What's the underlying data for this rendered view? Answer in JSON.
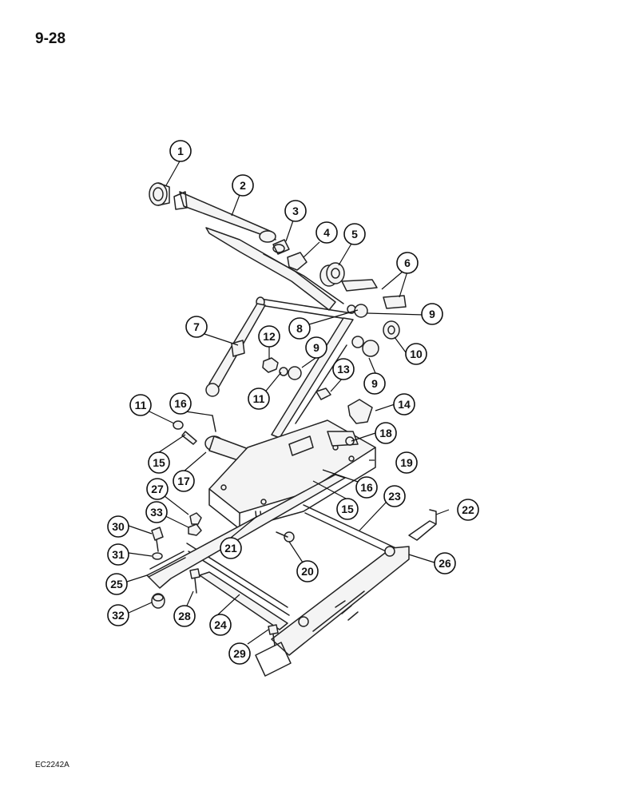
{
  "page": {
    "page_number": "9-28",
    "figure_code": "EC2242A"
  },
  "callouts": [
    {
      "id": "c1",
      "label": "1"
    },
    {
      "id": "c2",
      "label": "2"
    },
    {
      "id": "c3",
      "label": "3"
    },
    {
      "id": "c4",
      "label": "4"
    },
    {
      "id": "c5",
      "label": "5"
    },
    {
      "id": "c6",
      "label": "6"
    },
    {
      "id": "c7",
      "label": "7"
    },
    {
      "id": "c8",
      "label": "8"
    },
    {
      "id": "c9a",
      "label": "9"
    },
    {
      "id": "c9b",
      "label": "9"
    },
    {
      "id": "c9c",
      "label": "9"
    },
    {
      "id": "c10",
      "label": "10"
    },
    {
      "id": "c11a",
      "label": "11"
    },
    {
      "id": "c11b",
      "label": "11"
    },
    {
      "id": "c12",
      "label": "12"
    },
    {
      "id": "c13",
      "label": "13"
    },
    {
      "id": "c14",
      "label": "14"
    },
    {
      "id": "c15a",
      "label": "15"
    },
    {
      "id": "c15b",
      "label": "15"
    },
    {
      "id": "c16a",
      "label": "16"
    },
    {
      "id": "c16b",
      "label": "16"
    },
    {
      "id": "c17",
      "label": "17"
    },
    {
      "id": "c18",
      "label": "18"
    },
    {
      "id": "c19",
      "label": "19"
    },
    {
      "id": "c20",
      "label": "20"
    },
    {
      "id": "c21",
      "label": "21"
    },
    {
      "id": "c22",
      "label": "22"
    },
    {
      "id": "c23",
      "label": "23"
    },
    {
      "id": "c24",
      "label": "24"
    },
    {
      "id": "c25",
      "label": "25"
    },
    {
      "id": "c26",
      "label": "26"
    },
    {
      "id": "c27",
      "label": "27"
    },
    {
      "id": "c28",
      "label": "28"
    },
    {
      "id": "c29",
      "label": "29"
    },
    {
      "id": "c30",
      "label": "30"
    },
    {
      "id": "c31",
      "label": "31"
    },
    {
      "id": "c32",
      "label": "32"
    },
    {
      "id": "c33",
      "label": "33"
    }
  ]
}
